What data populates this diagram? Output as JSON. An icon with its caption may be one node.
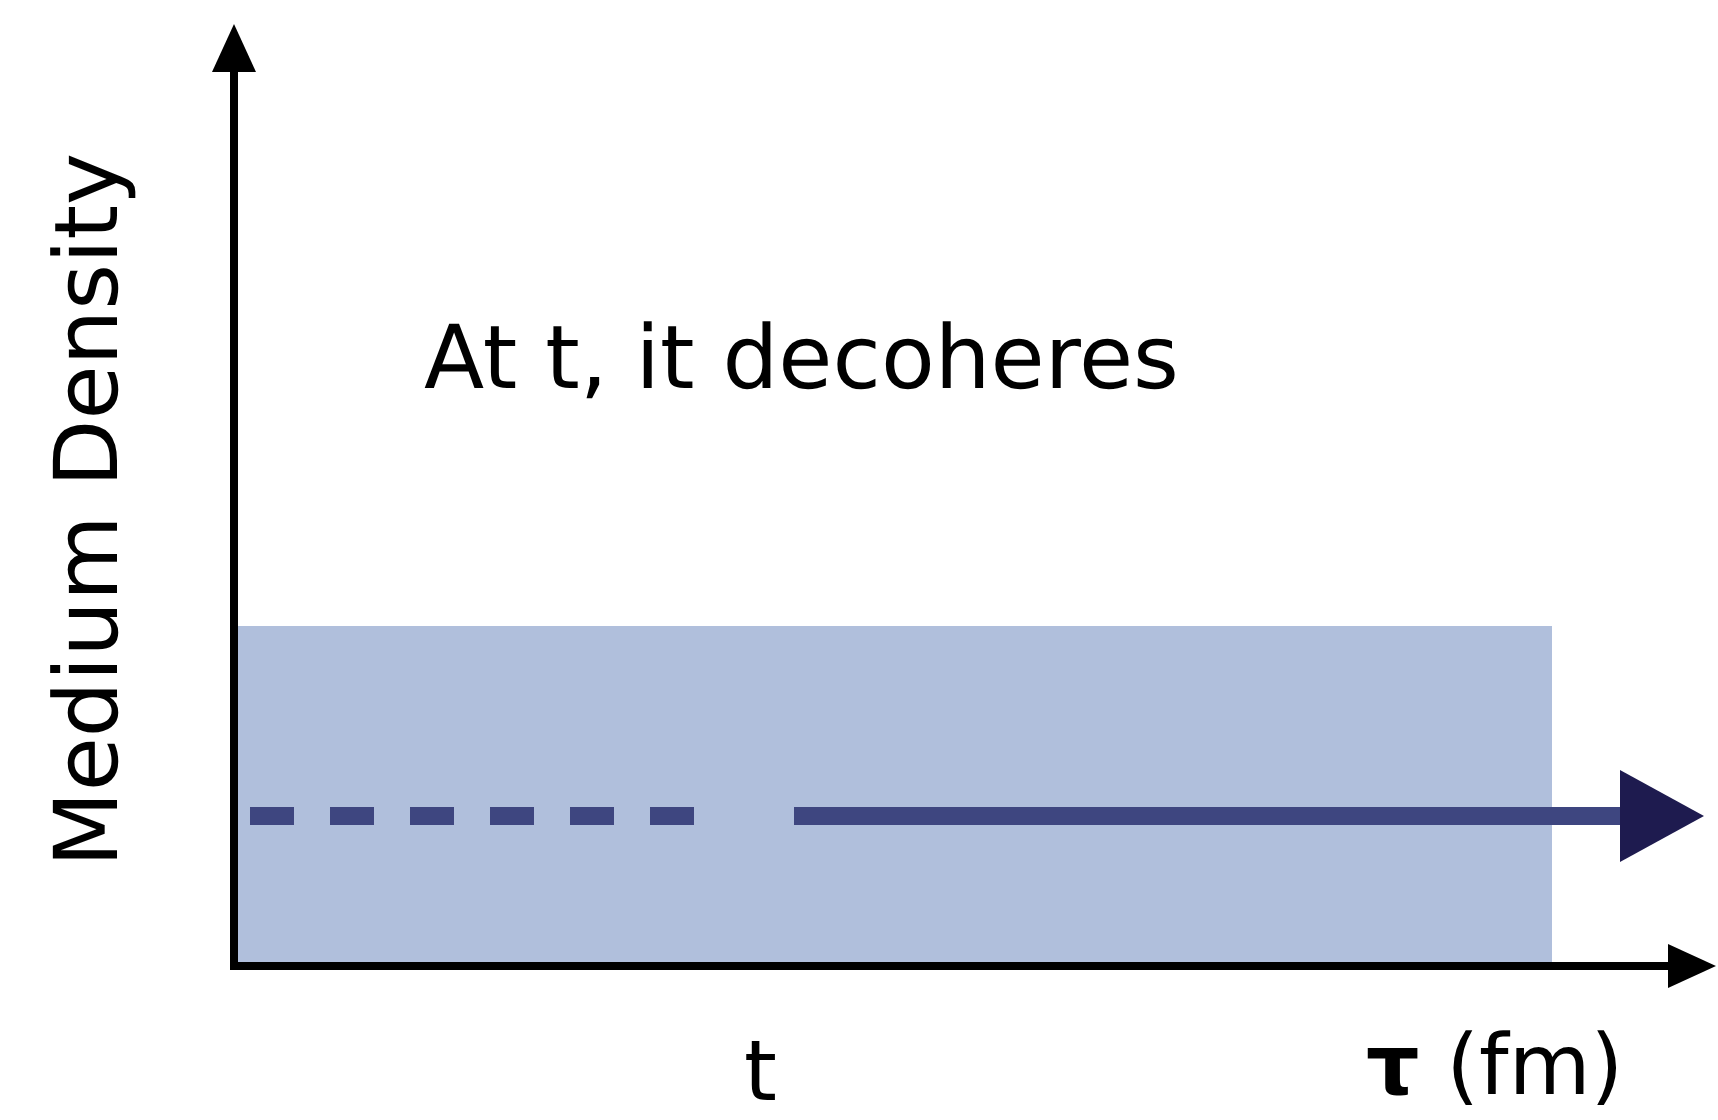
{
  "diagram": {
    "labels": [
      "Medium Density",
      "At t, it decoheres",
      "t",
      "**τ** (fm)"
    ]
  }
}
